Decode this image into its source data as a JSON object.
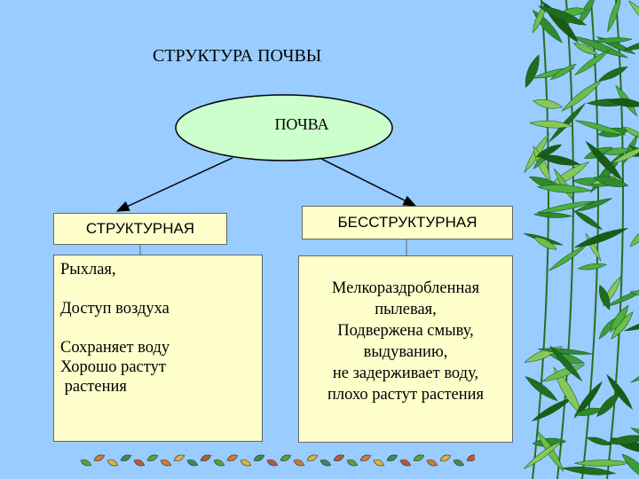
{
  "title": "СТРУКТУРА ПОЧВЫ",
  "root": {
    "label": "ПОЧВА"
  },
  "left": {
    "header": "СТРУКТУРНАЯ",
    "items": [
      "Рыхлая,",
      "",
      "Доступ воздуха",
      "",
      "Сохраняет воду",
      "Хорошо растут",
      " растения"
    ]
  },
  "right": {
    "header": "БЕССТРУКТУРНАЯ",
    "items": [
      "Мелкораздробленная",
      "пылевая,",
      "Подвержена смыву,",
      "выдуванию,",
      "не задерживает воду,",
      "плохо растут растения"
    ]
  },
  "colors": {
    "background": "#99ccff",
    "ellipse_fill": "#ccffcc",
    "box_fill": "#ffffcc",
    "leaf_green": "#2e8b2e"
  }
}
